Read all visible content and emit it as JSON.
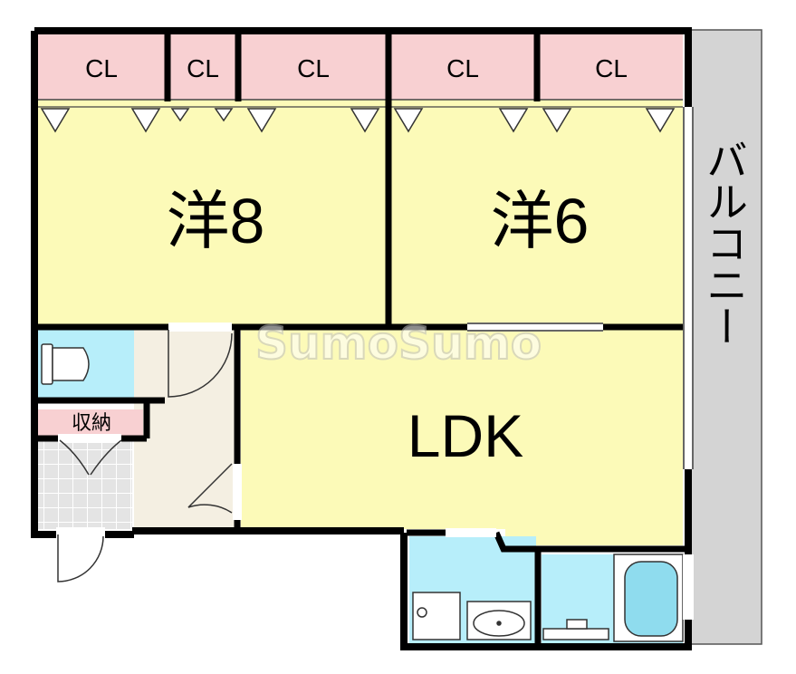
{
  "watermark": "SumoSumo",
  "rooms": {
    "western_8": "洋8",
    "western_6": "洋6",
    "ldk": "LDK",
    "balcony": "バルコニー",
    "storage": "収納"
  },
  "closets": [
    "CL",
    "CL",
    "CL",
    "CL",
    "CL"
  ],
  "colors": {
    "room": "#fcfab8",
    "closet": "#f8d0d2",
    "wet": "#b7eefa",
    "hall": "#f4efe2",
    "balcony": "#d4d4d4",
    "wall": "#000000"
  }
}
